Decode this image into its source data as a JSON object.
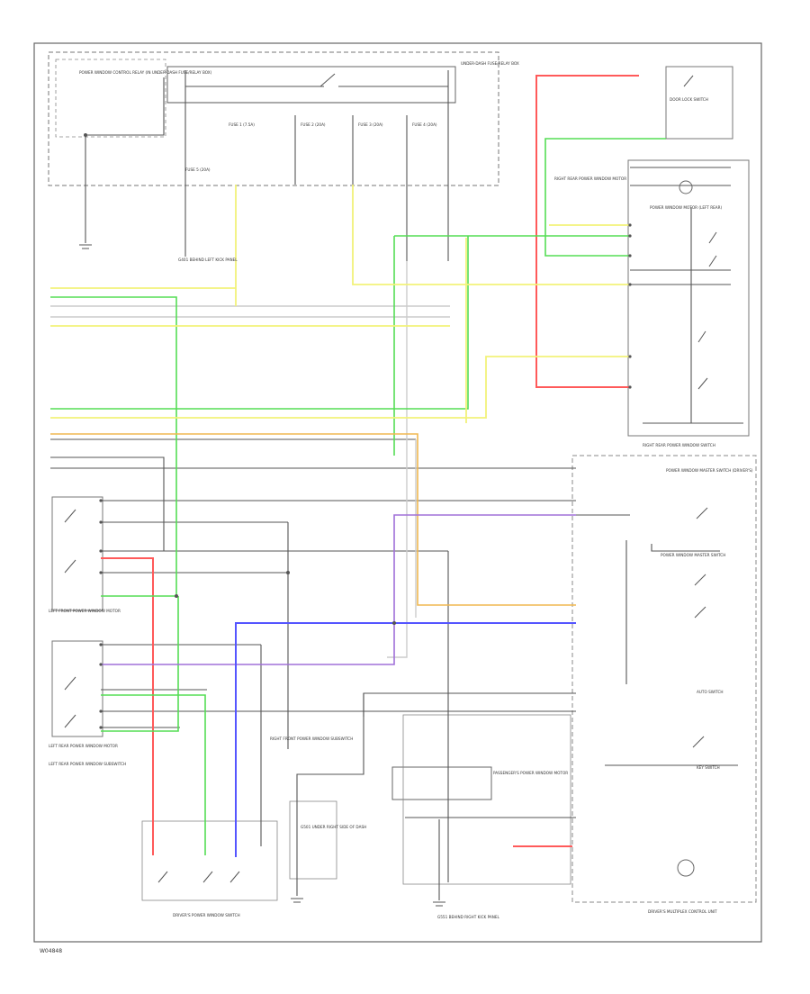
{
  "footer_code": "W04848",
  "colors": {
    "red": "#ff5a5a",
    "green": "#55dd55",
    "yellow": "#f2f27a",
    "blue": "#5555ff",
    "purple": "#a070d8",
    "orange": "#f0b850",
    "black": "#555555",
    "light": "#dddddd"
  },
  "labels": [
    {
      "id": "ign-relay-box",
      "text": "POWER WINDOW CONTROL RELAY (IN UNDER-DASH FUSE/RELAY BOX)"
    },
    {
      "id": "fuse-box",
      "text": "UNDER-DASH FUSE/RELAY BOX"
    },
    {
      "id": "fuse-a",
      "text": "FUSE 1 (7.5A)"
    },
    {
      "id": "fuse-b",
      "text": "FUSE 2 (20A)"
    },
    {
      "id": "fuse-c",
      "text": "FUSE 3 (20A)"
    },
    {
      "id": "fuse-d",
      "text": "FUSE 4 (20A)"
    },
    {
      "id": "fuse-e",
      "text": "FUSE 5 (20A)"
    },
    {
      "id": "left-ground",
      "text": "G401 BEHIND LEFT KICK PANEL"
    },
    {
      "id": "right-switch",
      "text": "RIGHT REAR POWER WINDOW SWITCH"
    },
    {
      "id": "door-lock",
      "text": "DOOR LOCK SWITCH"
    },
    {
      "id": "right-motor",
      "text": "RIGHT REAR POWER WINDOW MOTOR"
    },
    {
      "id": "power-window-motor-lr",
      "text": "POWER WINDOW MOTOR (LEFT REAR)"
    },
    {
      "id": "main-switch",
      "text": "POWER WINDOW MASTER SWITCH (DRIVER'S)"
    },
    {
      "id": "left-front-motor",
      "text": "LEFT FRONT POWER WINDOW MOTOR"
    },
    {
      "id": "left-rear-motor",
      "text": "LEFT REAR POWER WINDOW MOTOR"
    },
    {
      "id": "left-rear-switch",
      "text": "LEFT REAR POWER WINDOW SUBSWITCH"
    },
    {
      "id": "right-front-switch",
      "text": "RIGHT FRONT POWER WINDOW SUBSWITCH"
    },
    {
      "id": "ground-mid",
      "text": "G501 UNDER RIGHT SIDE OF DASH"
    },
    {
      "id": "driver-window",
      "text": "DRIVER'S POWER WINDOW SWITCH"
    },
    {
      "id": "ground-bottom",
      "text": "G551 BEHIND RIGHT KICK PANEL"
    },
    {
      "id": "master-window",
      "text": "POWER WINDOW MASTER SWITCH"
    },
    {
      "id": "control-unit",
      "text": "DRIVER'S MULTIPLEX CONTROL UNIT"
    },
    {
      "id": "key-switch",
      "text": "KEY SWITCH"
    },
    {
      "id": "auto-switch",
      "text": "AUTO SWITCH"
    },
    {
      "id": "passenger-motor",
      "text": "PASSENGER'S POWER WINDOW MOTOR"
    }
  ]
}
